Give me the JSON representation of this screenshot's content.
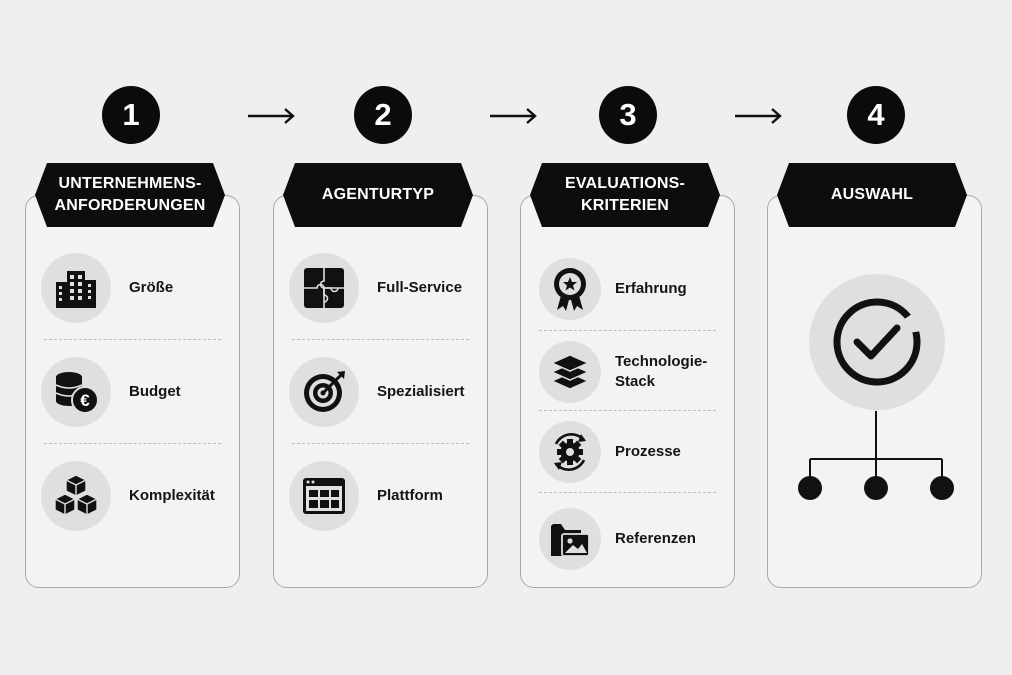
{
  "steps": [
    {
      "number": "1",
      "header": "UNTERNEHMENS-\nANFORDERUNGEN",
      "items": [
        {
          "label": "Größe",
          "icon": "buildings-icon"
        },
        {
          "label": "Budget",
          "icon": "coins-euro-icon"
        },
        {
          "label": "Komplexität",
          "icon": "stacked-cubes-icon"
        }
      ]
    },
    {
      "number": "2",
      "header": "AGENTURTYP",
      "items": [
        {
          "label": "Full-Service",
          "icon": "puzzle-icon"
        },
        {
          "label": "Spezialisiert",
          "icon": "target-icon"
        },
        {
          "label": "Plattform",
          "icon": "browser-window-icon"
        }
      ]
    },
    {
      "number": "3",
      "header": "EVALUATIONS-\nKRITERIEN",
      "items": [
        {
          "label": "Erfahrung",
          "icon": "award-badge-icon"
        },
        {
          "label": "Technologie-\nStack",
          "icon": "layers-icon"
        },
        {
          "label": "Prozesse",
          "icon": "gear-cycle-icon"
        },
        {
          "label": "Referenzen",
          "icon": "image-folder-icon"
        }
      ]
    },
    {
      "number": "4",
      "header": "AUSWAHL",
      "result": {
        "icon": "check-circle-icon",
        "branch": "tree-branch-icon"
      }
    }
  ],
  "colors": {
    "background": "#f0efed",
    "dark": "#0b0b0b",
    "icon_bg": "#dfdfdd",
    "border": "#a9a9a9"
  }
}
